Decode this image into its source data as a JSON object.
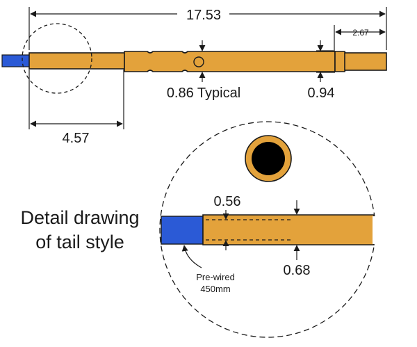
{
  "colors": {
    "pin_body": "#E3A23B",
    "wire": "#2B5AD6",
    "outline": "#1a1a1a",
    "hole": "#000000"
  },
  "dimensions": {
    "overall_length": "17.53",
    "tip_length": "2.67",
    "tail_length": "4.57",
    "hole_label": "0.86 Typical",
    "tip_diameter": "0.94",
    "inner_diameter": "0.56",
    "outer_diameter": "0.68"
  },
  "detail": {
    "title_line1": "Detail drawing",
    "title_line2": "of tail style",
    "wire_note_line1": "Pre-wired",
    "wire_note_line2": "450mm"
  }
}
